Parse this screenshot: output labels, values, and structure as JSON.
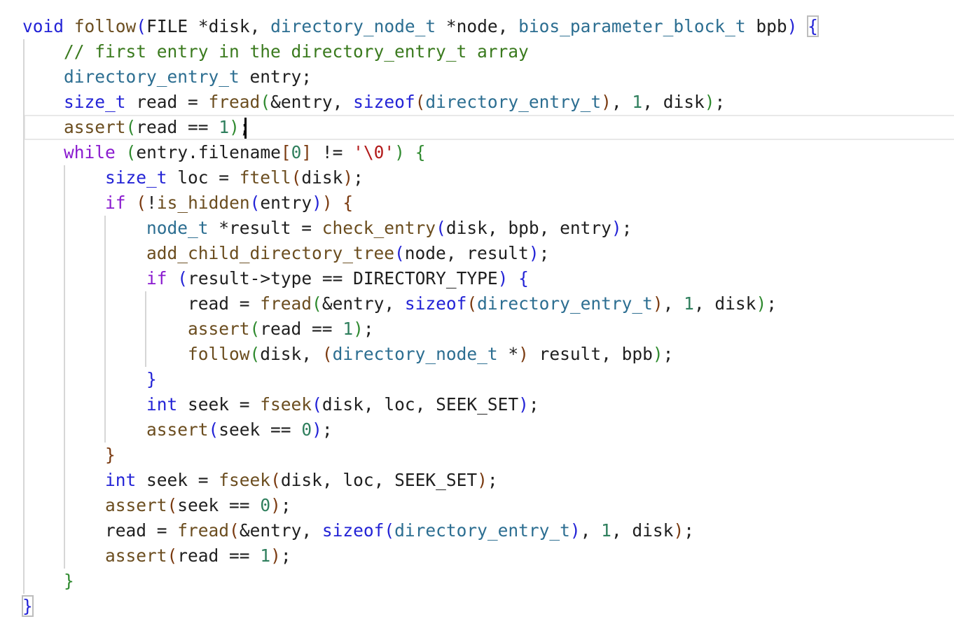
{
  "editor": {
    "language": "C",
    "cursor_line": 5,
    "lines": [
      {
        "indent": 0,
        "tokens": [
          {
            "t": "void",
            "c": "kw"
          },
          {
            "t": " "
          },
          {
            "t": "follow",
            "c": "fn"
          },
          {
            "t": "(",
            "c": "p0"
          },
          {
            "t": "FILE *disk, "
          },
          {
            "t": "directory_node_t",
            "c": "ty"
          },
          {
            "t": " *node, "
          },
          {
            "t": "bios_parameter_block_t",
            "c": "ty"
          },
          {
            "t": " bpb"
          },
          {
            "t": ")",
            "c": "p0"
          },
          {
            "t": " "
          },
          {
            "t": "{",
            "c": "p0 brace-match"
          }
        ]
      },
      {
        "indent": 1,
        "tokens": [
          {
            "t": "// first entry in the directory_entry_t array",
            "c": "cm"
          }
        ]
      },
      {
        "indent": 1,
        "tokens": [
          {
            "t": "directory_entry_t",
            "c": "ty"
          },
          {
            "t": " entry;"
          }
        ]
      },
      {
        "indent": 1,
        "tokens": [
          {
            "t": "size_t",
            "c": "kw"
          },
          {
            "t": " read = "
          },
          {
            "t": "fread",
            "c": "fn"
          },
          {
            "t": "(",
            "c": "p1"
          },
          {
            "t": "&entry, "
          },
          {
            "t": "sizeof",
            "c": "kw"
          },
          {
            "t": "(",
            "c": "p2"
          },
          {
            "t": "directory_entry_t",
            "c": "ty"
          },
          {
            "t": ")",
            "c": "p2"
          },
          {
            "t": ", "
          },
          {
            "t": "1",
            "c": "num"
          },
          {
            "t": ", disk"
          },
          {
            "t": ")",
            "c": "p1"
          },
          {
            "t": ";"
          }
        ]
      },
      {
        "indent": 1,
        "tokens": [
          {
            "t": "assert",
            "c": "fn"
          },
          {
            "t": "(",
            "c": "p1"
          },
          {
            "t": "read == "
          },
          {
            "t": "1",
            "c": "num"
          },
          {
            "t": ")",
            "c": "p1"
          },
          {
            "t": ";"
          }
        ]
      },
      {
        "indent": 1,
        "tokens": [
          {
            "t": "while",
            "c": "kwc"
          },
          {
            "t": " "
          },
          {
            "t": "(",
            "c": "p1"
          },
          {
            "t": "entry.filename"
          },
          {
            "t": "[",
            "c": "p2"
          },
          {
            "t": "0",
            "c": "num"
          },
          {
            "t": "]",
            "c": "p2"
          },
          {
            "t": " != "
          },
          {
            "t": "'\\0'",
            "c": "str"
          },
          {
            "t": ")",
            "c": "p1"
          },
          {
            "t": " "
          },
          {
            "t": "{",
            "c": "p1"
          }
        ]
      },
      {
        "indent": 2,
        "tokens": [
          {
            "t": "size_t",
            "c": "kw"
          },
          {
            "t": " loc = "
          },
          {
            "t": "ftell",
            "c": "fn"
          },
          {
            "t": "(",
            "c": "p2"
          },
          {
            "t": "disk"
          },
          {
            "t": ")",
            "c": "p2"
          },
          {
            "t": ";"
          }
        ]
      },
      {
        "indent": 2,
        "tokens": [
          {
            "t": "if",
            "c": "kwc"
          },
          {
            "t": " "
          },
          {
            "t": "(",
            "c": "p2"
          },
          {
            "t": "!"
          },
          {
            "t": "is_hidden",
            "c": "fn"
          },
          {
            "t": "(",
            "c": "p3"
          },
          {
            "t": "entry"
          },
          {
            "t": ")",
            "c": "p3"
          },
          {
            "t": ")",
            "c": "p2"
          },
          {
            "t": " "
          },
          {
            "t": "{",
            "c": "p2"
          }
        ]
      },
      {
        "indent": 3,
        "tokens": [
          {
            "t": "node_t",
            "c": "ty"
          },
          {
            "t": " *result = "
          },
          {
            "t": "check_entry",
            "c": "fn"
          },
          {
            "t": "(",
            "c": "p3"
          },
          {
            "t": "disk, bpb, entry"
          },
          {
            "t": ")",
            "c": "p3"
          },
          {
            "t": ";"
          }
        ]
      },
      {
        "indent": 3,
        "tokens": [
          {
            "t": "add_child_directory_tree",
            "c": "fn"
          },
          {
            "t": "(",
            "c": "p3"
          },
          {
            "t": "node, result"
          },
          {
            "t": ")",
            "c": "p3"
          },
          {
            "t": ";"
          }
        ]
      },
      {
        "indent": 3,
        "tokens": [
          {
            "t": "if",
            "c": "kwc"
          },
          {
            "t": " "
          },
          {
            "t": "(",
            "c": "p3"
          },
          {
            "t": "result->type == DIRECTORY_TYPE"
          },
          {
            "t": ")",
            "c": "p3"
          },
          {
            "t": " "
          },
          {
            "t": "{",
            "c": "p3"
          }
        ]
      },
      {
        "indent": 4,
        "tokens": [
          {
            "t": "read = "
          },
          {
            "t": "fread",
            "c": "fn"
          },
          {
            "t": "(",
            "c": "p1"
          },
          {
            "t": "&entry, "
          },
          {
            "t": "sizeof",
            "c": "kw"
          },
          {
            "t": "(",
            "c": "p2"
          },
          {
            "t": "directory_entry_t",
            "c": "ty"
          },
          {
            "t": ")",
            "c": "p2"
          },
          {
            "t": ", "
          },
          {
            "t": "1",
            "c": "num"
          },
          {
            "t": ", disk"
          },
          {
            "t": ")",
            "c": "p1"
          },
          {
            "t": ";"
          }
        ]
      },
      {
        "indent": 4,
        "tokens": [
          {
            "t": "assert",
            "c": "fn"
          },
          {
            "t": "(",
            "c": "p1"
          },
          {
            "t": "read == "
          },
          {
            "t": "1",
            "c": "num"
          },
          {
            "t": ")",
            "c": "p1"
          },
          {
            "t": ";"
          }
        ]
      },
      {
        "indent": 4,
        "tokens": [
          {
            "t": "follow",
            "c": "fn"
          },
          {
            "t": "(",
            "c": "p1"
          },
          {
            "t": "disk, "
          },
          {
            "t": "(",
            "c": "p2"
          },
          {
            "t": "directory_node_t",
            "c": "ty"
          },
          {
            "t": " *"
          },
          {
            "t": ")",
            "c": "p2"
          },
          {
            "t": " result, bpb"
          },
          {
            "t": ")",
            "c": "p1"
          },
          {
            "t": ";"
          }
        ]
      },
      {
        "indent": 3,
        "tokens": [
          {
            "t": "}",
            "c": "p3"
          }
        ]
      },
      {
        "indent": 3,
        "tokens": [
          {
            "t": "int",
            "c": "kw"
          },
          {
            "t": " seek = "
          },
          {
            "t": "fseek",
            "c": "fn"
          },
          {
            "t": "(",
            "c": "p3"
          },
          {
            "t": "disk, loc, SEEK_SET"
          },
          {
            "t": ")",
            "c": "p3"
          },
          {
            "t": ";"
          }
        ]
      },
      {
        "indent": 3,
        "tokens": [
          {
            "t": "assert",
            "c": "fn"
          },
          {
            "t": "(",
            "c": "p3"
          },
          {
            "t": "seek == "
          },
          {
            "t": "0",
            "c": "num"
          },
          {
            "t": ")",
            "c": "p3"
          },
          {
            "t": ";"
          }
        ]
      },
      {
        "indent": 2,
        "tokens": [
          {
            "t": "}",
            "c": "p2"
          }
        ]
      },
      {
        "indent": 2,
        "tokens": [
          {
            "t": "int",
            "c": "kw"
          },
          {
            "t": " seek = "
          },
          {
            "t": "fseek",
            "c": "fn"
          },
          {
            "t": "(",
            "c": "p2"
          },
          {
            "t": "disk, loc, SEEK_SET"
          },
          {
            "t": ")",
            "c": "p2"
          },
          {
            "t": ";"
          }
        ]
      },
      {
        "indent": 2,
        "tokens": [
          {
            "t": "assert",
            "c": "fn"
          },
          {
            "t": "(",
            "c": "p2"
          },
          {
            "t": "seek == "
          },
          {
            "t": "0",
            "c": "num"
          },
          {
            "t": ")",
            "c": "p2"
          },
          {
            "t": ";"
          }
        ]
      },
      {
        "indent": 2,
        "tokens": [
          {
            "t": "read = "
          },
          {
            "t": "fread",
            "c": "fn"
          },
          {
            "t": "(",
            "c": "p2"
          },
          {
            "t": "&entry, "
          },
          {
            "t": "sizeof",
            "c": "kw"
          },
          {
            "t": "(",
            "c": "p3"
          },
          {
            "t": "directory_entry_t",
            "c": "ty"
          },
          {
            "t": ")",
            "c": "p3"
          },
          {
            "t": ", "
          },
          {
            "t": "1",
            "c": "num"
          },
          {
            "t": ", disk"
          },
          {
            "t": ")",
            "c": "p2"
          },
          {
            "t": ";"
          }
        ]
      },
      {
        "indent": 2,
        "tokens": [
          {
            "t": "assert",
            "c": "fn"
          },
          {
            "t": "(",
            "c": "p2"
          },
          {
            "t": "read == "
          },
          {
            "t": "1",
            "c": "num"
          },
          {
            "t": ")",
            "c": "p2"
          },
          {
            "t": ";"
          }
        ]
      },
      {
        "indent": 1,
        "tokens": [
          {
            "t": "}",
            "c": "p1"
          }
        ]
      },
      {
        "indent": 0,
        "tokens": [
          {
            "t": "}",
            "c": "p0 brace-match"
          }
        ]
      }
    ]
  },
  "colors": {
    "background": "#ffffff",
    "text": "#1f1f1f",
    "keyword": "#2323d6",
    "control_keyword": "#8a1bcf",
    "type": "#2c6e91",
    "function": "#6b4d1f",
    "comment": "#3a7a1e",
    "number": "#2f7f5d",
    "string": "#b21a1a"
  }
}
